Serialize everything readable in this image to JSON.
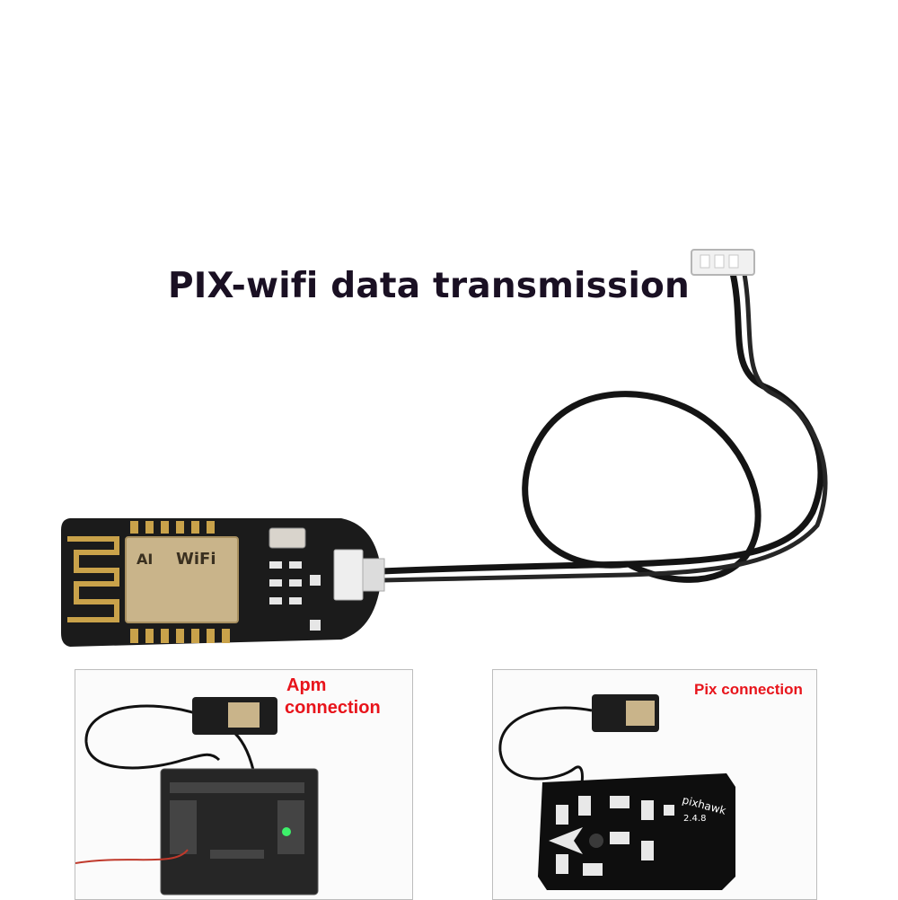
{
  "title": "PIX-wifi data transmission",
  "panels": {
    "apm": {
      "caption_line1": "Apm",
      "caption_line2": "connection"
    },
    "pix": {
      "caption": "Pix connection",
      "board_brand": "pixhawk",
      "board_version": "2.4.8"
    }
  },
  "module_labels": {
    "chip_text": "WiFi",
    "chip_brand": "AI"
  },
  "colors": {
    "caption": "#e8141b",
    "title": "#1a1023",
    "pcb": "#1b1b1b",
    "gold": "#c9a24a"
  }
}
